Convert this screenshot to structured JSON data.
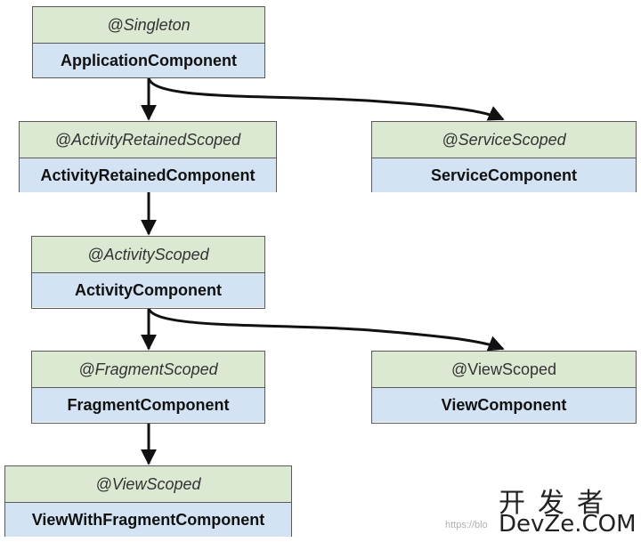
{
  "nodes": {
    "application": {
      "scope": "@Singleton",
      "component": "ApplicationComponent"
    },
    "activity_retained": {
      "scope": "@ActivityRetainedScoped",
      "component": "ActivityRetainedComponent"
    },
    "service": {
      "scope": "@ServiceScoped",
      "component": "ServiceComponent"
    },
    "activity": {
      "scope": "@ActivityScoped",
      "component": "ActivityComponent"
    },
    "fragment": {
      "scope": "@FragmentScoped",
      "component": "FragmentComponent"
    },
    "view": {
      "scope": "@ViewScoped",
      "component": "ViewComponent"
    },
    "view_with_fragment": {
      "scope": "@ViewScoped",
      "component": "ViewWithFragmentComponent"
    }
  },
  "edges": [
    {
      "from": "ApplicationComponent",
      "to": "ActivityRetainedComponent"
    },
    {
      "from": "ApplicationComponent",
      "to": "ServiceComponent"
    },
    {
      "from": "ActivityRetainedComponent",
      "to": "ActivityComponent"
    },
    {
      "from": "ActivityComponent",
      "to": "FragmentComponent"
    },
    {
      "from": "ActivityComponent",
      "to": "ViewComponent"
    },
    {
      "from": "FragmentComponent",
      "to": "ViewWithFragmentComponent"
    }
  ],
  "watermark": {
    "cn": "开发者",
    "en": "DevZe.COM",
    "url": "https://blo"
  }
}
